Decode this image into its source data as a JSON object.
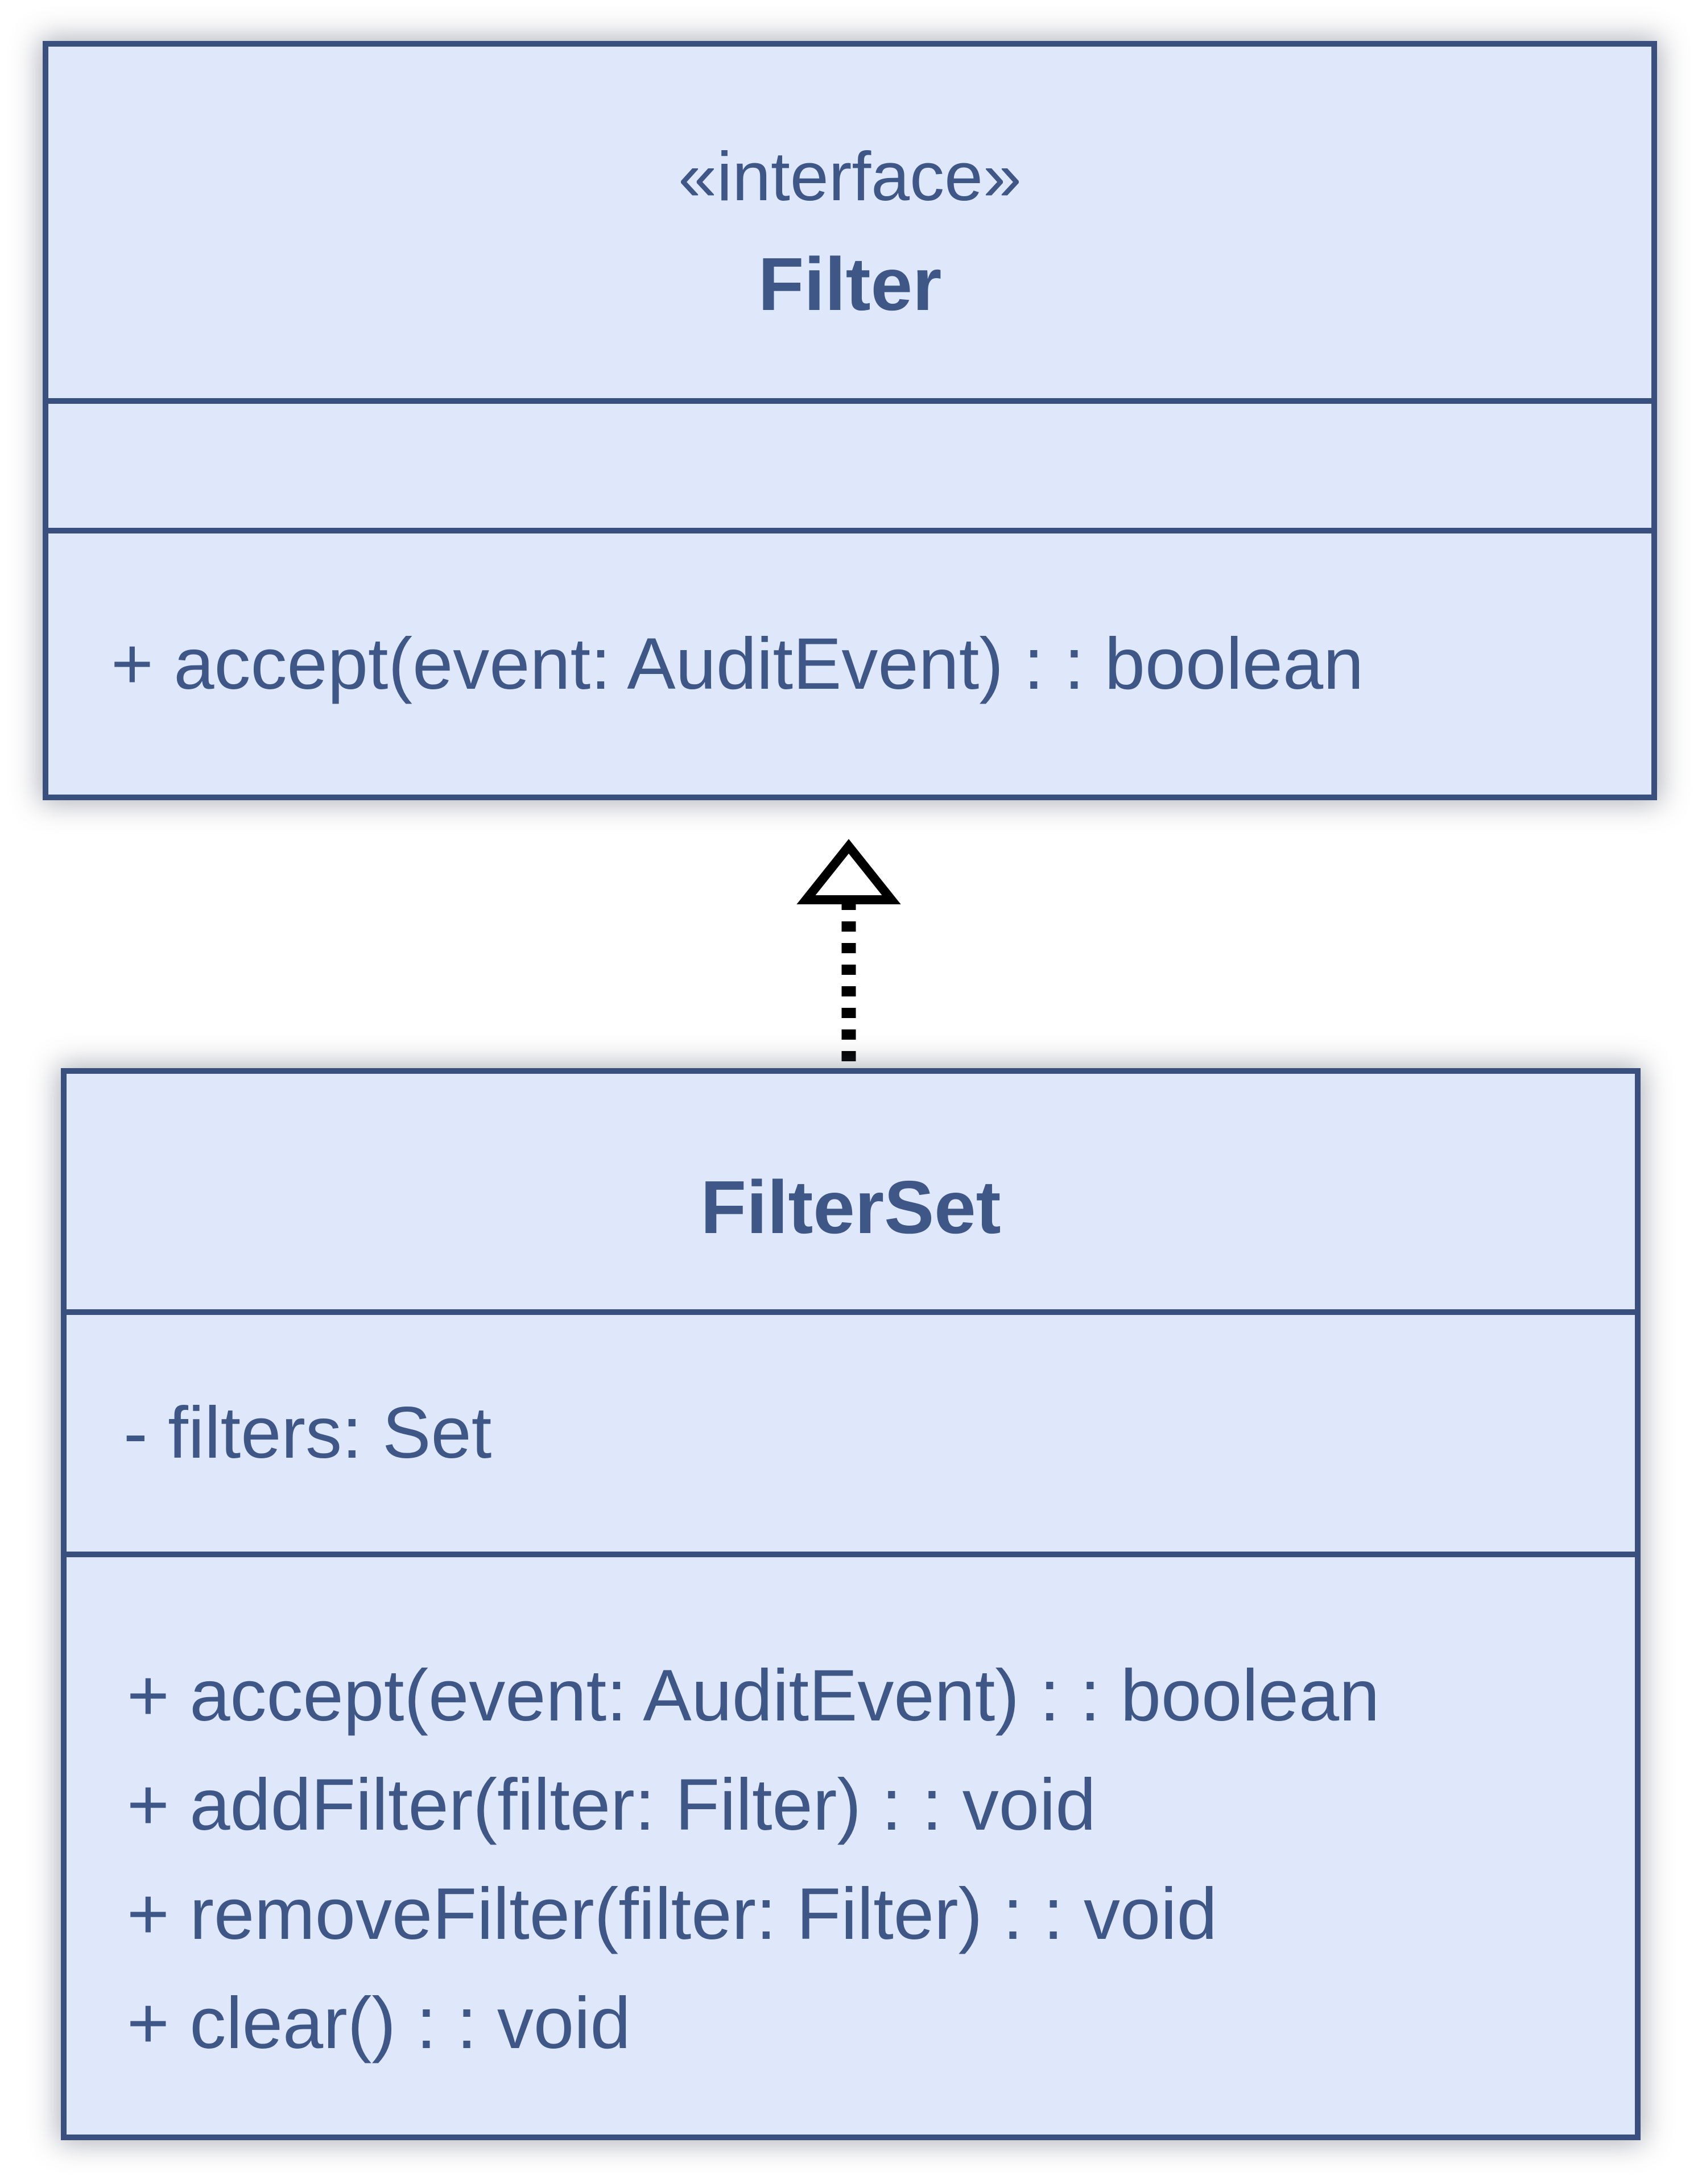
{
  "diagram": {
    "kind": "uml-class-diagram",
    "background_color": "#ffffff",
    "box_fill_color": "#dfe8fb",
    "box_border_color": "#394f7d",
    "text_color": "#3e5787",
    "arrow_color": "#000000"
  },
  "interface_class": {
    "stereotype": "«interface»",
    "name": "Filter",
    "attributes": [],
    "methods": [
      "+ accept(event: AuditEvent) : : boolean"
    ]
  },
  "implementation_class": {
    "name": "FilterSet",
    "attributes": [
      "- filters: Set"
    ],
    "methods": [
      "+ accept(event: AuditEvent) : : boolean",
      "+ addFilter(filter: Filter) : : void",
      "+ removeFilter(filter: Filter) : : void",
      "+ clear() : : void"
    ]
  },
  "relationship": {
    "type": "realization",
    "from": "FilterSet",
    "to": "Filter",
    "line_style": "dashed",
    "arrow_head": "hollow-triangle"
  }
}
